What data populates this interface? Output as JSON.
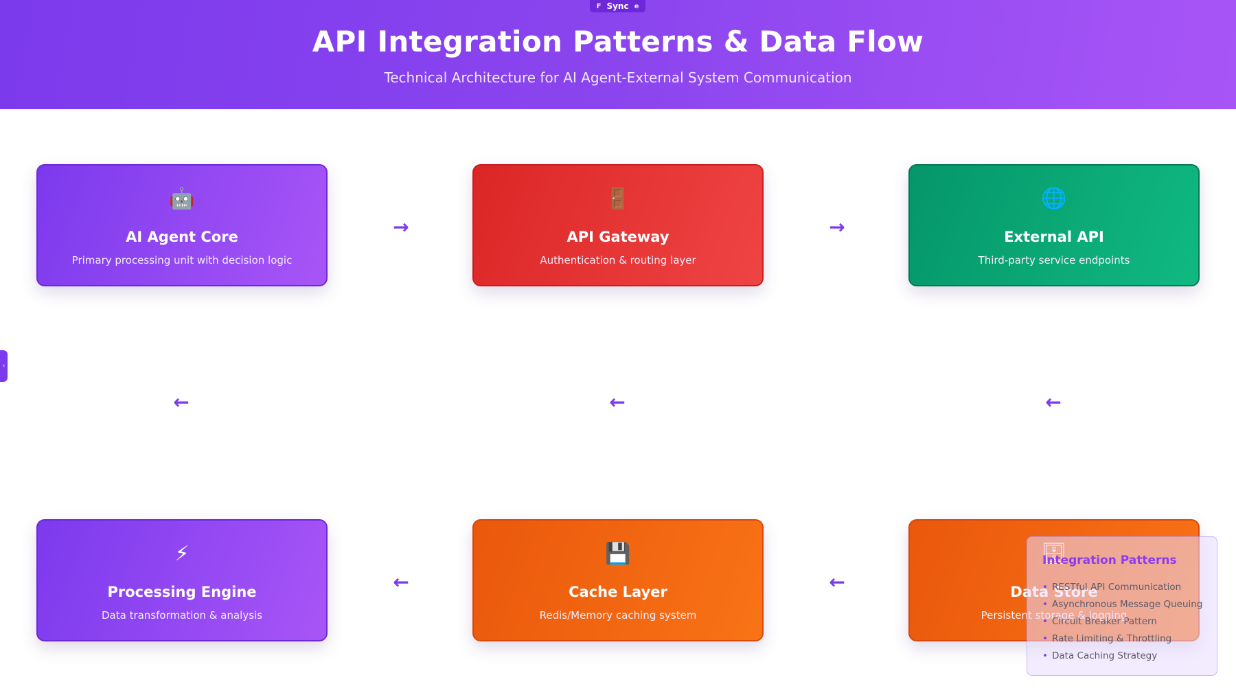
{
  "header": {
    "title": "API Integration Patterns & Data Flow",
    "subtitle": "Technical Architecture for AI Agent-External System Communication",
    "sync_tab": {
      "left_glyph": "F",
      "label": "Sync",
      "right_glyph": "е"
    }
  },
  "side_tab": {
    "glyph": "‹"
  },
  "nodes": {
    "agent": {
      "icon": "🤖",
      "icon_name": "robot-icon",
      "title": "AI Agent Core",
      "desc": "Primary processing unit with decision logic",
      "color": "#7c3aed"
    },
    "gateway": {
      "icon": "🚪",
      "icon_name": "door-icon",
      "title": "API Gateway",
      "desc": "Authentication & routing layer",
      "color": "#dc2626"
    },
    "external": {
      "icon": "🌐",
      "icon_name": "globe-icon",
      "title": "External API",
      "desc": "Third-party service endpoints",
      "color": "#059669"
    },
    "processing": {
      "icon": "⚡",
      "icon_name": "lightning-icon",
      "title": "Processing Engine",
      "desc": "Data transformation & analysis",
      "color": "#7c3aed"
    },
    "cache": {
      "icon": "💾",
      "icon_name": "floppy-disk-icon",
      "title": "Cache Layer",
      "desc": "Redis/Memory caching system",
      "color": "#ea580c"
    },
    "datastore": {
      "icon": "🗄",
      "icon_name": "file-cabinet-icon",
      "title": "Data Store",
      "desc": "Persistent storage & logging",
      "color": "#ea580c"
    }
  },
  "arrows": {
    "right": "→",
    "left": "←"
  },
  "patterns": {
    "title": "Integration Patterns",
    "items": [
      "RESTful API Communication",
      "Asynchronous Message Queuing",
      "Circuit Breaker Pattern",
      "Rate Limiting & Throttling",
      "Data Caching Strategy"
    ],
    "bullet": "•"
  }
}
